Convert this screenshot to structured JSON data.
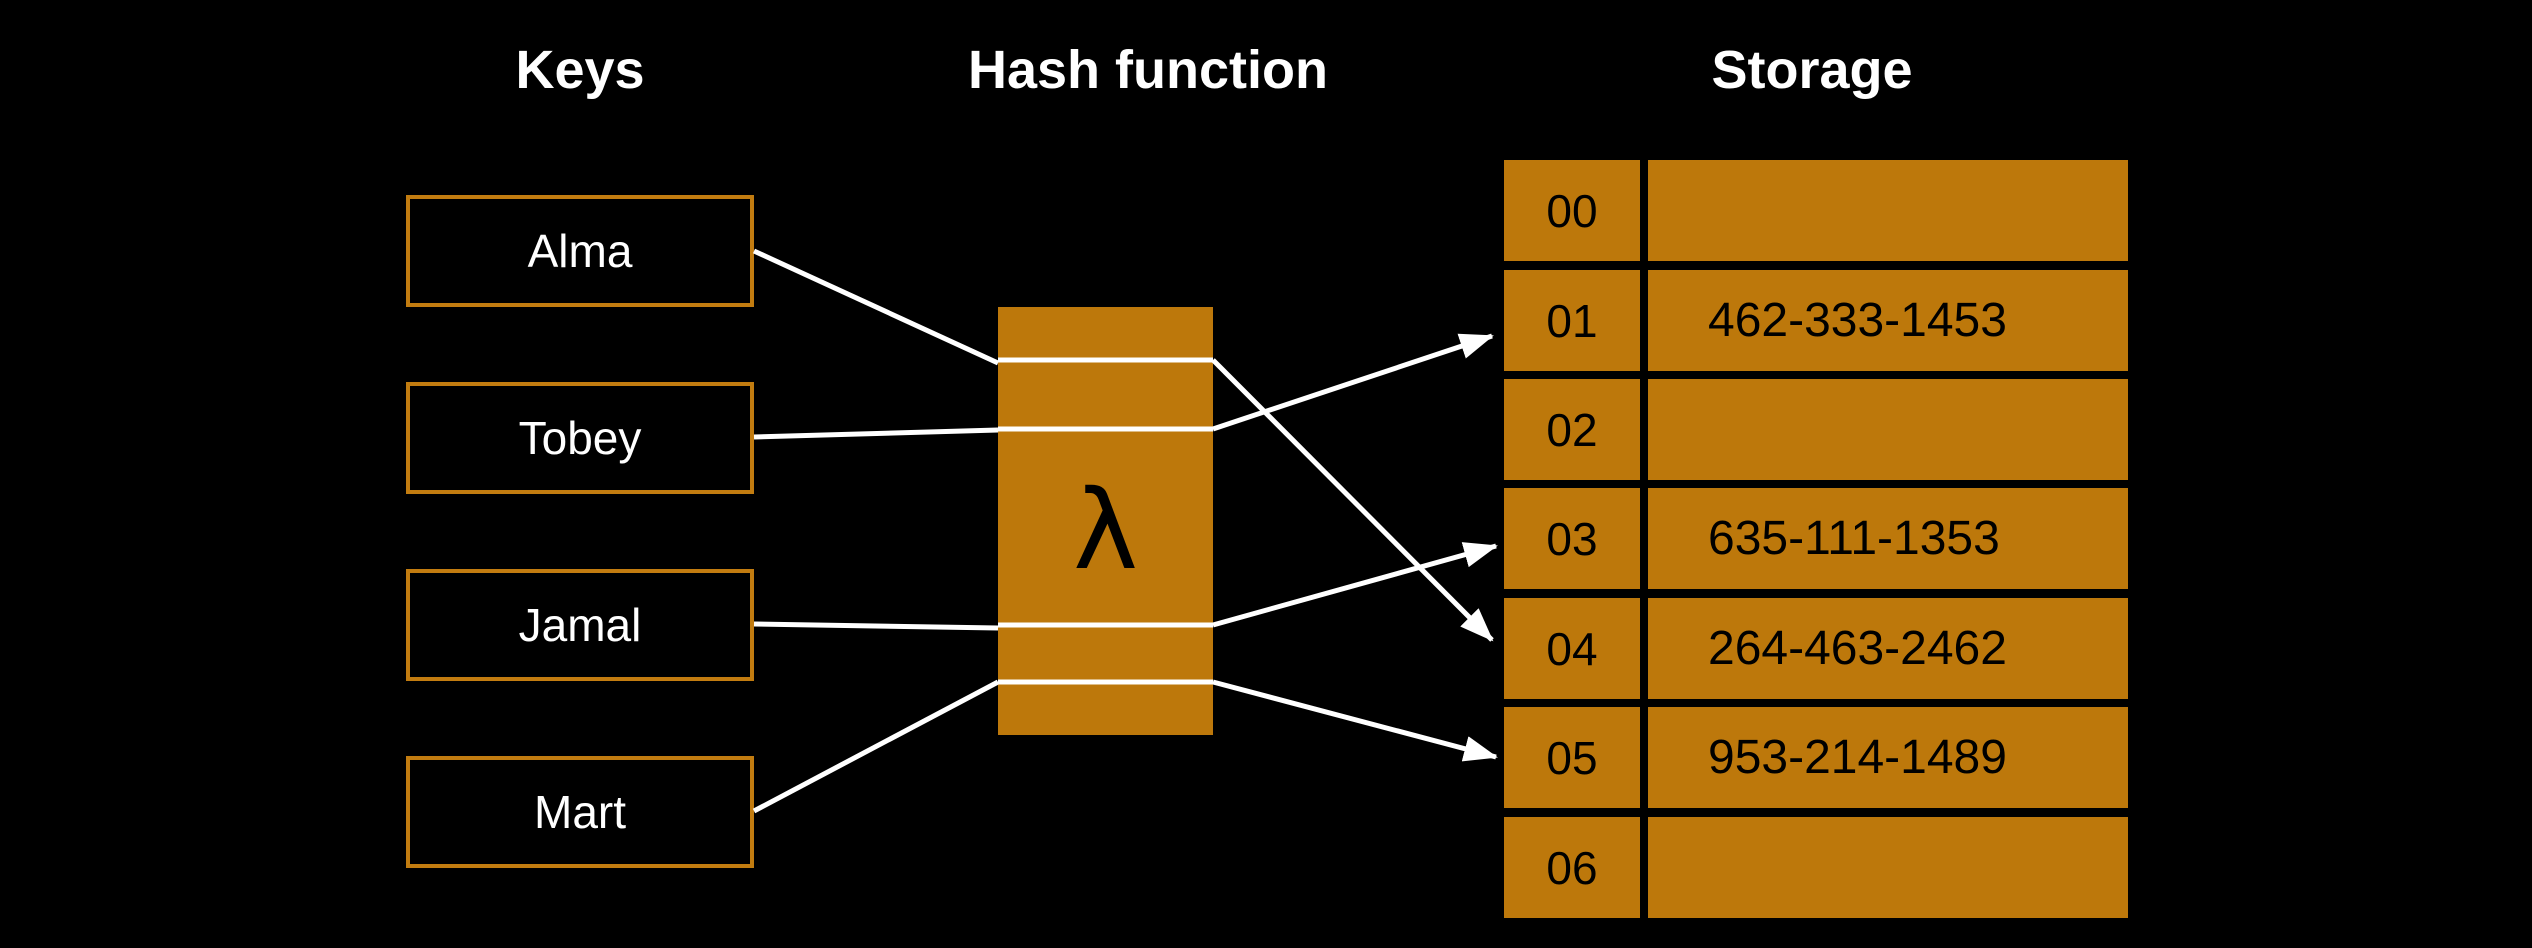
{
  "headings": {
    "keys": "Keys",
    "hash_function": "Hash function",
    "storage": "Storage"
  },
  "keys": [
    "Alma",
    "Tobey",
    "Jamal",
    "Mart"
  ],
  "hash_symbol": "λ",
  "storage": [
    {
      "index": "00",
      "value": ""
    },
    {
      "index": "01",
      "value": "462-333-1453"
    },
    {
      "index": "02",
      "value": ""
    },
    {
      "index": "03",
      "value": "635-111-1353"
    },
    {
      "index": "04",
      "value": "264-463-2462"
    },
    {
      "index": "05",
      "value": "953-214-1489"
    },
    {
      "index": "06",
      "value": ""
    }
  ],
  "mappings": [
    {
      "key": "Alma",
      "slot": "04"
    },
    {
      "key": "Tobey",
      "slot": "01"
    },
    {
      "key": "Jamal",
      "slot": "03"
    },
    {
      "key": "Mart",
      "slot": "05"
    }
  ],
  "colors": {
    "background": "#000000",
    "accent": "#bd780b",
    "key_border": "#c27c10",
    "line": "#ffffff",
    "text_light": "#ffffff",
    "text_dark": "#000000"
  }
}
